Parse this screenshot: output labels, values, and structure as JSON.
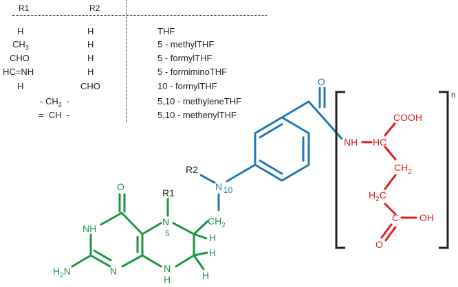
{
  "table": {
    "headers": {
      "r1": "R1",
      "r2": "R2"
    },
    "rows": [
      {
        "r1": "H",
        "r2": "H",
        "name": "THF"
      },
      {
        "r1": "CH",
        "r1_sub": "3",
        "r2": "H",
        "name": "5 - methylTHF"
      },
      {
        "r1": "CHO",
        "r2": "H",
        "name": "5 - formylTHF"
      },
      {
        "r1": "HC=NH",
        "r2": "H",
        "name": "5 - formiminoTHF"
      },
      {
        "r1": "H",
        "r2": "CHO",
        "name": "10 - formylTHF"
      },
      {
        "bridge": "-  CH",
        "bridge_sub": "2",
        "bridge_tail": "  -",
        "name": "5,10 - methyleneTHF"
      },
      {
        "bridge": "=  CH  -",
        "name": "5,10 - methenylTHF"
      }
    ]
  },
  "molecule": {
    "colors": {
      "pterin": "#1a9641",
      "pabA": "#1f78b4",
      "glutamate": "#e31a1c",
      "black": "#231f20"
    },
    "labels": {
      "o_top": "O",
      "r1": "R1",
      "n5": "N",
      "n5_num": "5",
      "nh_left": "NH",
      "ch2_bridge": "CH",
      "ch2_bridge_sub": "2",
      "h1": "H",
      "h2": "H",
      "h3": "H",
      "h2n": "H",
      "h2n_sub": "2",
      "h2n_n": "N",
      "n_ring": "N",
      "nh_bottom_n": "N",
      "nh_bottom_h": "H",
      "r2": "R2",
      "n10": "N",
      "n10_num": "10",
      "o_carbonyl": "O",
      "nh_amide": "NH",
      "hc": "HC",
      "cooh": "COOH",
      "ch2_a": "CH",
      "ch2_a_sub": "2",
      "h2c": "H",
      "h2c_sub": "2",
      "h2c_c": "C",
      "c_acid": "C",
      "oh": "OH",
      "o_acid": "O",
      "n_index": "n"
    }
  }
}
